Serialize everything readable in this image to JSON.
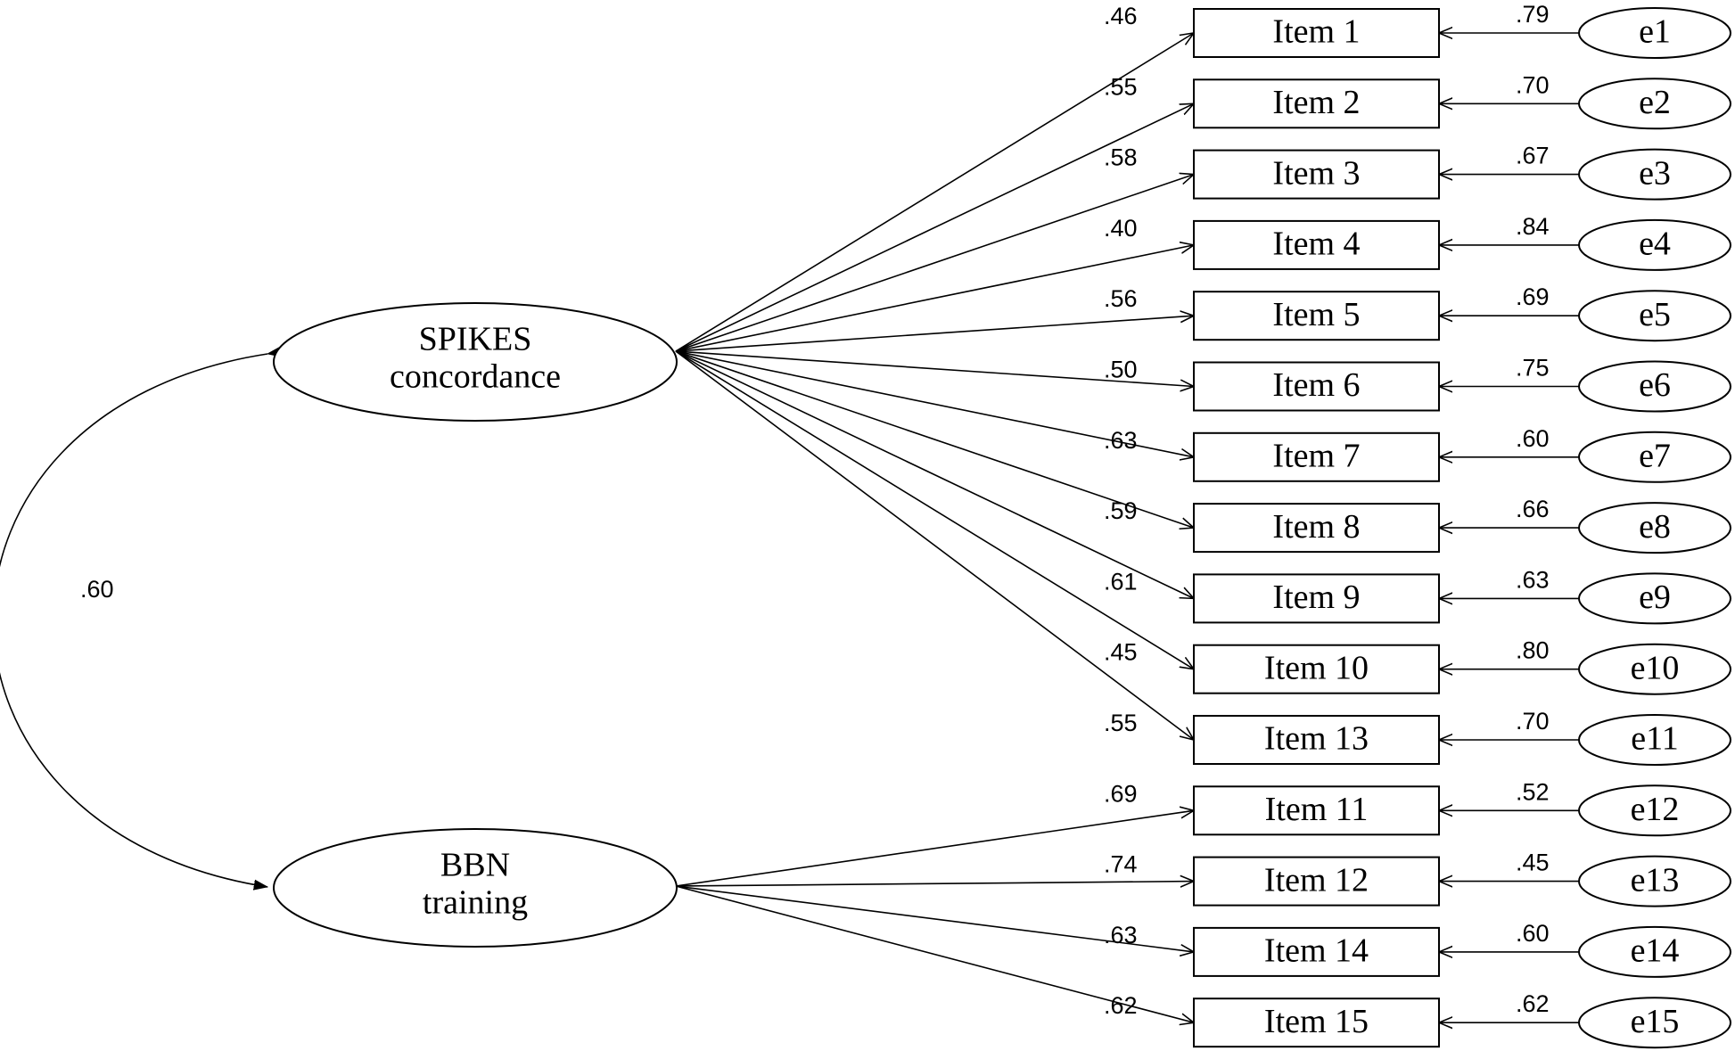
{
  "factors": [
    {
      "id": "spikes",
      "lines": [
        "SPIKES",
        "concordance"
      ]
    },
    {
      "id": "bbn",
      "lines": [
        "BBN",
        "training"
      ]
    }
  ],
  "correlation": ".60",
  "items": [
    {
      "label": "Item 1",
      "factor": "spikes",
      "loading": ".46",
      "error": "e1",
      "error_loading": ".79"
    },
    {
      "label": "Item 2",
      "factor": "spikes",
      "loading": ".55",
      "error": "e2",
      "error_loading": ".70"
    },
    {
      "label": "Item 3",
      "factor": "spikes",
      "loading": ".58",
      "error": "e3",
      "error_loading": ".67"
    },
    {
      "label": "Item 4",
      "factor": "spikes",
      "loading": ".40",
      "error": "e4",
      "error_loading": ".84"
    },
    {
      "label": "Item 5",
      "factor": "spikes",
      "loading": ".56",
      "error": "e5",
      "error_loading": ".69"
    },
    {
      "label": "Item 6",
      "factor": "spikes",
      "loading": ".50",
      "error": "e6",
      "error_loading": ".75"
    },
    {
      "label": "Item 7",
      "factor": "spikes",
      "loading": ".63",
      "error": "e7",
      "error_loading": ".60"
    },
    {
      "label": "Item 8",
      "factor": "spikes",
      "loading": ".59",
      "error": "e8",
      "error_loading": ".66"
    },
    {
      "label": "Item 9",
      "factor": "spikes",
      "loading": ".61",
      "error": "e9",
      "error_loading": ".63"
    },
    {
      "label": "Item 10",
      "factor": "spikes",
      "loading": ".45",
      "error": "e10",
      "error_loading": ".80"
    },
    {
      "label": "Item 13",
      "factor": "spikes",
      "loading": ".55",
      "error": "e11",
      "error_loading": ".70"
    },
    {
      "label": "Item 11",
      "factor": "bbn",
      "loading": ".69",
      "error": "e12",
      "error_loading": ".52"
    },
    {
      "label": "Item 12",
      "factor": "bbn",
      "loading": ".74",
      "error": "e13",
      "error_loading": ".45"
    },
    {
      "label": "Item 14",
      "factor": "bbn",
      "loading": ".63",
      "error": "e14",
      "error_loading": ".60"
    },
    {
      "label": "Item 15",
      "factor": "bbn",
      "loading": ".62",
      "error": "e15",
      "error_loading": ".62"
    }
  ]
}
